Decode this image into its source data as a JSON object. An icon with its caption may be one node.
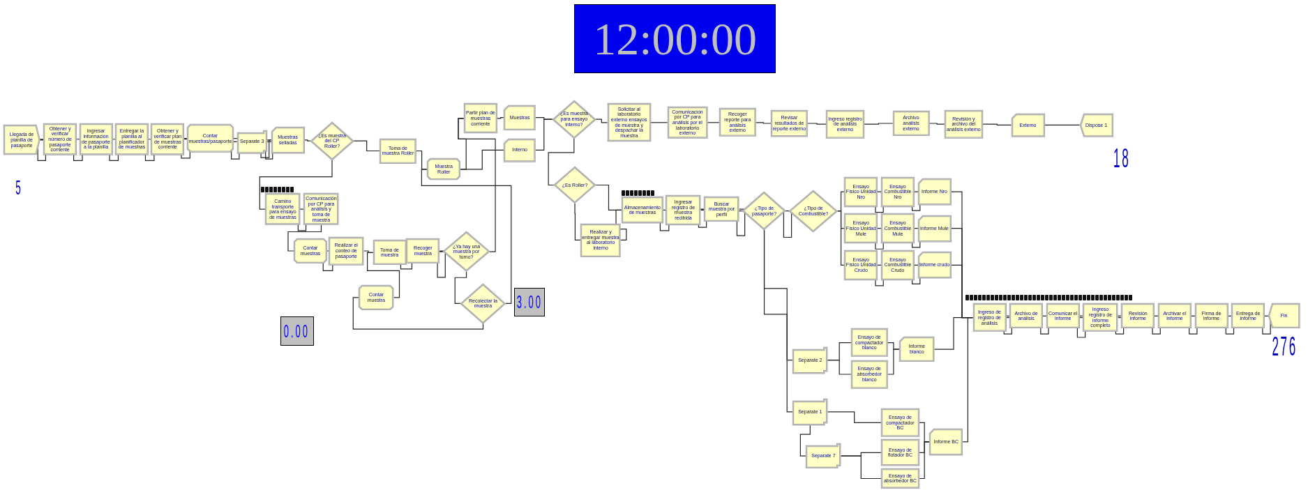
{
  "diagram": {
    "nodes": [
      {
        "text": [
          "Llegada de planilla de pasaporte"
        ]
      },
      {
        "text": [
          "Obtener y verificar número de pasaporte corriente"
        ]
      },
      {
        "text": [
          "Ingresar información de pasaporte a la planilla"
        ]
      },
      {
        "text": [
          "Entregar la planilla al planificador de muestras"
        ]
      },
      {
        "text": [
          "Obtener y verificar plan de muestras corriente"
        ]
      },
      {
        "text": [
          "Contar muestras/pasaporte"
        ]
      },
      {
        "text": [
          "Separate 3"
        ]
      },
      {
        "text": [
          "Muestras selladas"
        ]
      },
      {
        "text": [
          "¿Es muestra del CP Roller?"
        ]
      },
      {
        "text": [
          "Toma de muestra Roller"
        ]
      },
      {
        "text": [
          "Muestra Roller"
        ]
      },
      {
        "text": [
          "Partir plan de muestras corriente"
        ]
      },
      {
        "text": [
          "Muestras"
        ]
      },
      {
        "text": [
          "Interno"
        ]
      },
      {
        "text": [
          "¿Es muestra para ensayo interno?"
        ]
      },
      {
        "text": [
          "Solicitar al laboratorio externo ensayos de muestra y despachar la muestra"
        ]
      },
      {
        "text": [
          "Comunicación por CP para análisis por el laboratorio externo"
        ]
      },
      {
        "text": [
          "Recoger reporte para análisis externo"
        ]
      },
      {
        "text": [
          "Revisar resultados de reporte externo"
        ]
      },
      {
        "text": [
          "Ingreso registro de análisis externo"
        ]
      },
      {
        "text": [
          "Archivo análisis externo"
        ]
      },
      {
        "text": [
          "Revisión y archivo del análisis externo"
        ]
      },
      {
        "text": [
          "Externo"
        ]
      },
      {
        "text": [
          "Dispose 1"
        ]
      },
      {
        "text": [
          "Camino transporte para ensayo de muestras"
        ]
      },
      {
        "text": [
          "Comunicación por CP para análisis y toma de muestra"
        ]
      },
      {
        "text": [
          "Contar muestras"
        ]
      },
      {
        "text": [
          "Realizar el conteo de pasaporte"
        ]
      },
      {
        "text": [
          "Toma de muestra"
        ]
      },
      {
        "text": [
          "Recoger muestra"
        ]
      },
      {
        "text": [
          "¿Ya hay una muestra por turno?"
        ]
      },
      {
        "text": [
          "Contar muestra"
        ]
      },
      {
        "text": [
          "Recolectar la muestra"
        ]
      },
      {
        "text": [
          "¿Es Roller?"
        ]
      },
      {
        "text": [
          "Realizar y entregar muestra al laboratorio interno"
        ]
      },
      {
        "text": [
          "Almacenamiento de muestras"
        ]
      },
      {
        "text": [
          "Ingresar registro de muestra recibida"
        ]
      },
      {
        "text": [
          "Buscar muestra por perfil"
        ]
      },
      {
        "text": [
          "¿Tipo de pasaporte?"
        ]
      },
      {
        "text": [
          "¿Tipo de Combustible?"
        ]
      },
      {
        "text": [
          "Ensayo Físico Unidad Nro"
        ]
      },
      {
        "text": [
          "Ensayo Combustible Nro"
        ]
      },
      {
        "text": [
          "Informe Nro"
        ]
      },
      {
        "text": [
          "Ensayo Físico Unidad Mule"
        ]
      },
      {
        "text": [
          "Ensayo Combustible Mule"
        ]
      },
      {
        "text": [
          "Informe Mule"
        ]
      },
      {
        "text": [
          "Ensayo Físico Unidad Crudo"
        ]
      },
      {
        "text": [
          "Ensayo Combustible Crudo"
        ]
      },
      {
        "text": [
          "Informe crudo"
        ]
      },
      {
        "text": [
          "Separate 2"
        ]
      },
      {
        "text": [
          "Ensayo de compactador blanco"
        ]
      },
      {
        "text": [
          "Ensayo de absorbedor blanco"
        ]
      },
      {
        "text": [
          "Informe blanco"
        ]
      },
      {
        "text": [
          "Separate 1"
        ]
      },
      {
        "text": [
          "Ensayo de compactador BC"
        ]
      },
      {
        "text": [
          "Separate 7"
        ]
      },
      {
        "text": [
          "Ensayo de flotador BC"
        ]
      },
      {
        "text": [
          "Ensayo de absorbedor BC"
        ]
      },
      {
        "text": [
          "Informe BC"
        ]
      },
      {
        "text": [
          "Ingreso de registro de análisis"
        ]
      },
      {
        "text": [
          "Archivo de análisis"
        ]
      },
      {
        "text": [
          "Comunicar el informe"
        ]
      },
      {
        "text": [
          "Ingreso registro de informe completo"
        ]
      },
      {
        "text": [
          "Revisión informe"
        ]
      },
      {
        "text": [
          "Archivar el informe"
        ]
      },
      {
        "text": [
          "Firma de informe"
        ]
      },
      {
        "text": [
          "Entrega de informe"
        ]
      },
      {
        "text": [
          "Fin"
        ]
      }
    ],
    "edges": [
      {
        "from": 0,
        "to": 1,
        "arrow": "none"
      },
      {
        "from": 1,
        "to": 2,
        "arrow": "none"
      },
      {
        "from": 2,
        "to": 3,
        "arrow": "none"
      },
      {
        "from": 3,
        "to": 4,
        "arrow": "none"
      },
      {
        "from": 4,
        "to": 5,
        "arrow": "none"
      },
      {
        "from": 5,
        "to": 6,
        "arrow": "none"
      },
      {
        "from": 6,
        "to": 7,
        "arrow": "none"
      },
      {
        "from": 6,
        "to": 7,
        "arrow": "none"
      },
      {
        "from": 7,
        "to": 8,
        "arrow": "none"
      },
      {
        "from": 8,
        "to": 9,
        "arrow": "none"
      },
      {
        "from": 8,
        "to": 24,
        "arrow": "none"
      },
      {
        "from": 9,
        "to": 10,
        "arrow": "none"
      },
      {
        "from": 10,
        "to": 11,
        "arrow": "none"
      },
      {
        "from": 10,
        "to": 13,
        "arrow": "none"
      },
      {
        "from": 11,
        "to": 12,
        "arrow": "none"
      },
      {
        "from": 12,
        "to": 14,
        "arrow": "none"
      },
      {
        "from": 13,
        "to": 14,
        "arrow": "none"
      },
      {
        "from": 14,
        "to": 15,
        "arrow": "none"
      },
      {
        "from": 14,
        "to": 33,
        "arrow": "none"
      },
      {
        "from": 15,
        "to": 16,
        "arrow": "none"
      },
      {
        "from": 16,
        "to": 17,
        "arrow": "none"
      },
      {
        "from": 17,
        "to": 18,
        "arrow": "none"
      },
      {
        "from": 18,
        "to": 19,
        "arrow": "none"
      },
      {
        "from": 19,
        "to": 20,
        "arrow": "none"
      },
      {
        "from": 20,
        "to": 21,
        "arrow": "none"
      },
      {
        "from": 21,
        "to": 22,
        "arrow": "none"
      },
      {
        "from": 22,
        "to": 23,
        "arrow": "none"
      },
      {
        "from": 24,
        "to": 25,
        "arrow": "none"
      },
      {
        "from": 25,
        "to": 26,
        "arrow": "none"
      },
      {
        "from": 26,
        "to": 27,
        "arrow": "none"
      },
      {
        "from": 27,
        "to": 28,
        "arrow": "none"
      },
      {
        "from": 28,
        "to": 29,
        "arrow": "none"
      },
      {
        "from": 29,
        "to": 30,
        "arrow": "none"
      },
      {
        "from": 30,
        "to": 11,
        "arrow": "none"
      },
      {
        "from": 30,
        "to": 32,
        "arrow": "none"
      },
      {
        "from": 32,
        "to": 10,
        "arrow": "none"
      },
      {
        "from": 32,
        "to": 31,
        "arrow": "none"
      },
      {
        "from": 31,
        "to": 28,
        "arrow": "none"
      },
      {
        "from": 33,
        "to": 35,
        "arrow": "none"
      },
      {
        "from": 33,
        "to": 34,
        "arrow": "none"
      },
      {
        "from": 34,
        "to": 35,
        "arrow": "none"
      },
      {
        "from": 35,
        "to": 36,
        "arrow": "none"
      },
      {
        "from": 36,
        "to": 37,
        "arrow": "none"
      },
      {
        "from": 37,
        "to": 38,
        "arrow": "none"
      },
      {
        "from": 38,
        "to": 39,
        "arrow": "none"
      },
      {
        "from": 38,
        "to": 49,
        "arrow": "none"
      },
      {
        "from": 38,
        "to": 53,
        "arrow": "none"
      },
      {
        "from": 39,
        "to": 40,
        "arrow": "none"
      },
      {
        "from": 39,
        "to": 43,
        "arrow": "none"
      },
      {
        "from": 39,
        "to": 46,
        "arrow": "none"
      },
      {
        "from": 40,
        "to": 41,
        "arrow": "none"
      },
      {
        "from": 41,
        "to": 42,
        "arrow": "none"
      },
      {
        "from": 43,
        "to": 44,
        "arrow": "none"
      },
      {
        "from": 44,
        "to": 45,
        "arrow": "none"
      },
      {
        "from": 46,
        "to": 47,
        "arrow": "none"
      },
      {
        "from": 47,
        "to": 48,
        "arrow": "none"
      },
      {
        "from": 49,
        "to": 50,
        "arrow": "none"
      },
      {
        "from": 49,
        "to": 51,
        "arrow": "none"
      },
      {
        "from": 50,
        "to": 52,
        "arrow": "none"
      },
      {
        "from": 51,
        "to": 52,
        "arrow": "none"
      },
      {
        "from": 53,
        "to": 54,
        "arrow": "none"
      },
      {
        "from": 53,
        "to": 55,
        "arrow": "none"
      },
      {
        "from": 55,
        "to": 56,
        "arrow": "none"
      },
      {
        "from": 55,
        "to": 57,
        "arrow": "none"
      },
      {
        "from": 54,
        "to": 58,
        "arrow": "none"
      },
      {
        "from": 56,
        "to": 58,
        "arrow": "none"
      },
      {
        "from": 57,
        "to": 58,
        "arrow": "none"
      },
      {
        "from": 42,
        "to": 59,
        "arrow": "none"
      },
      {
        "from": 45,
        "to": 59,
        "arrow": "none"
      },
      {
        "from": 48,
        "to": 59,
        "arrow": "none"
      },
      {
        "from": 52,
        "to": 59,
        "arrow": "none"
      },
      {
        "from": 58,
        "to": 59,
        "arrow": "none"
      },
      {
        "from": 59,
        "to": 60,
        "arrow": "none"
      },
      {
        "from": 60,
        "to": 61,
        "arrow": "none"
      },
      {
        "from": 61,
        "to": 62,
        "arrow": "none"
      },
      {
        "from": 62,
        "to": 63,
        "arrow": "none"
      },
      {
        "from": 63,
        "to": 64,
        "arrow": "none"
      },
      {
        "from": 64,
        "to": 65,
        "arrow": "none"
      },
      {
        "from": 65,
        "to": 66,
        "arrow": "none"
      },
      {
        "from": 66,
        "to": 67,
        "arrow": "none"
      }
    ],
    "labels": [
      "12:00:00",
      "5",
      "18",
      "0.00",
      "3.00",
      "276"
    ]
  }
}
